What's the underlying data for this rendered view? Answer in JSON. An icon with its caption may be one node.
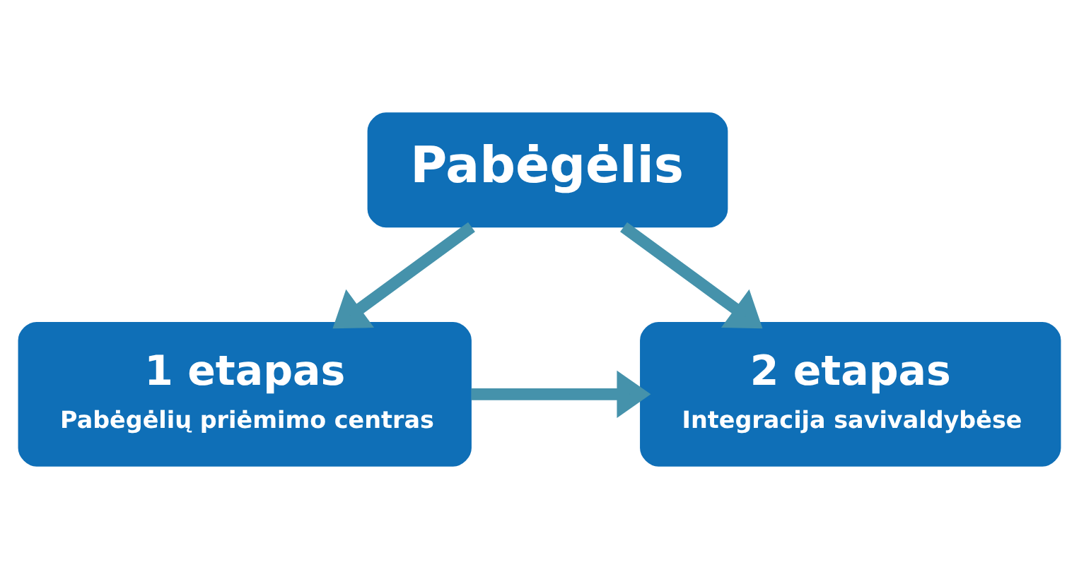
{
  "diagram": {
    "nodes": [
      {
        "text": [
          "Pabėgėlis"
        ]
      },
      {
        "text": [
          "1 etapas",
          "Pabėgėlių priėmimo centras"
        ]
      },
      {
        "text": [
          "2 etapas",
          "Integracija savivaldybėse"
        ]
      }
    ],
    "edges": [
      {
        "from": 0,
        "to": 1,
        "arrow": "to"
      },
      {
        "from": 0,
        "to": 2,
        "arrow": "to"
      },
      {
        "from": 1,
        "to": 2,
        "arrow": "to"
      }
    ]
  }
}
